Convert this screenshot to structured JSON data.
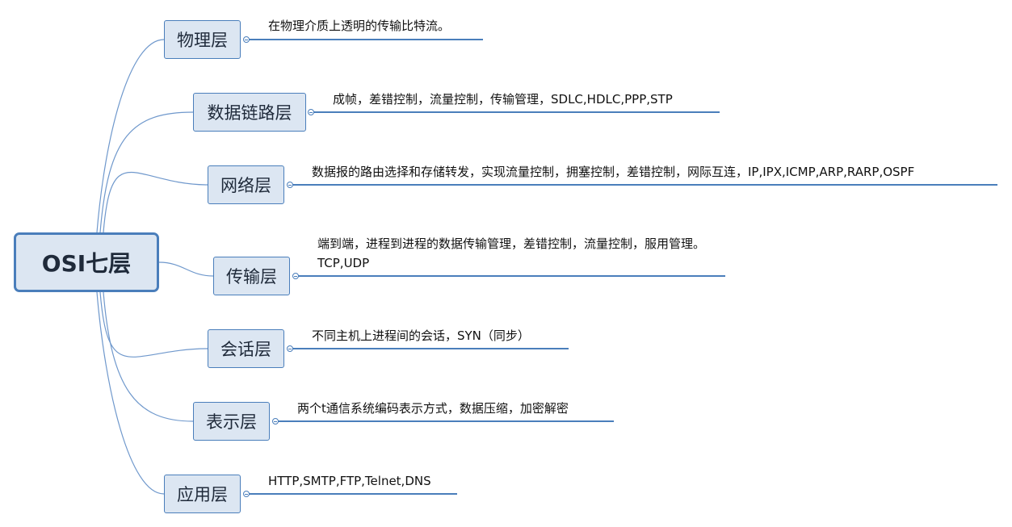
{
  "root": {
    "label": "OSI七层"
  },
  "layers": [
    {
      "label": "物理层",
      "description": "在物理介质上透明的传输比特流。"
    },
    {
      "label": "数据链路层",
      "description": "成帧，差错控制，流量控制，传输管理，SDLC,HDLC,PPP,STP"
    },
    {
      "label": "网络层",
      "description": "数据报的路由选择和存储转发，实现流量控制，拥塞控制，差错控制，网际互连，IP,IPX,ICMP,ARP,RARP,OSPF"
    },
    {
      "label": "传输层",
      "description": "端到端，进程到进程的数据传输管理，差错控制，流量控制，服用管理。TCP,UDP"
    },
    {
      "label": "会话层",
      "description": "不同主机上进程间的会话，SYN（同步）"
    },
    {
      "label": "表示层",
      "description": "两个t通信系统编码表示方式，数据压缩，加密解密"
    },
    {
      "label": "应用层",
      "description": "HTTP,SMTP,FTP,Telnet,DNS"
    }
  ],
  "colors": {
    "node_fill": "#dce6f2",
    "node_border": "#4a7ebb",
    "connector": "#6f98cc",
    "underline": "#4a7ebb"
  }
}
